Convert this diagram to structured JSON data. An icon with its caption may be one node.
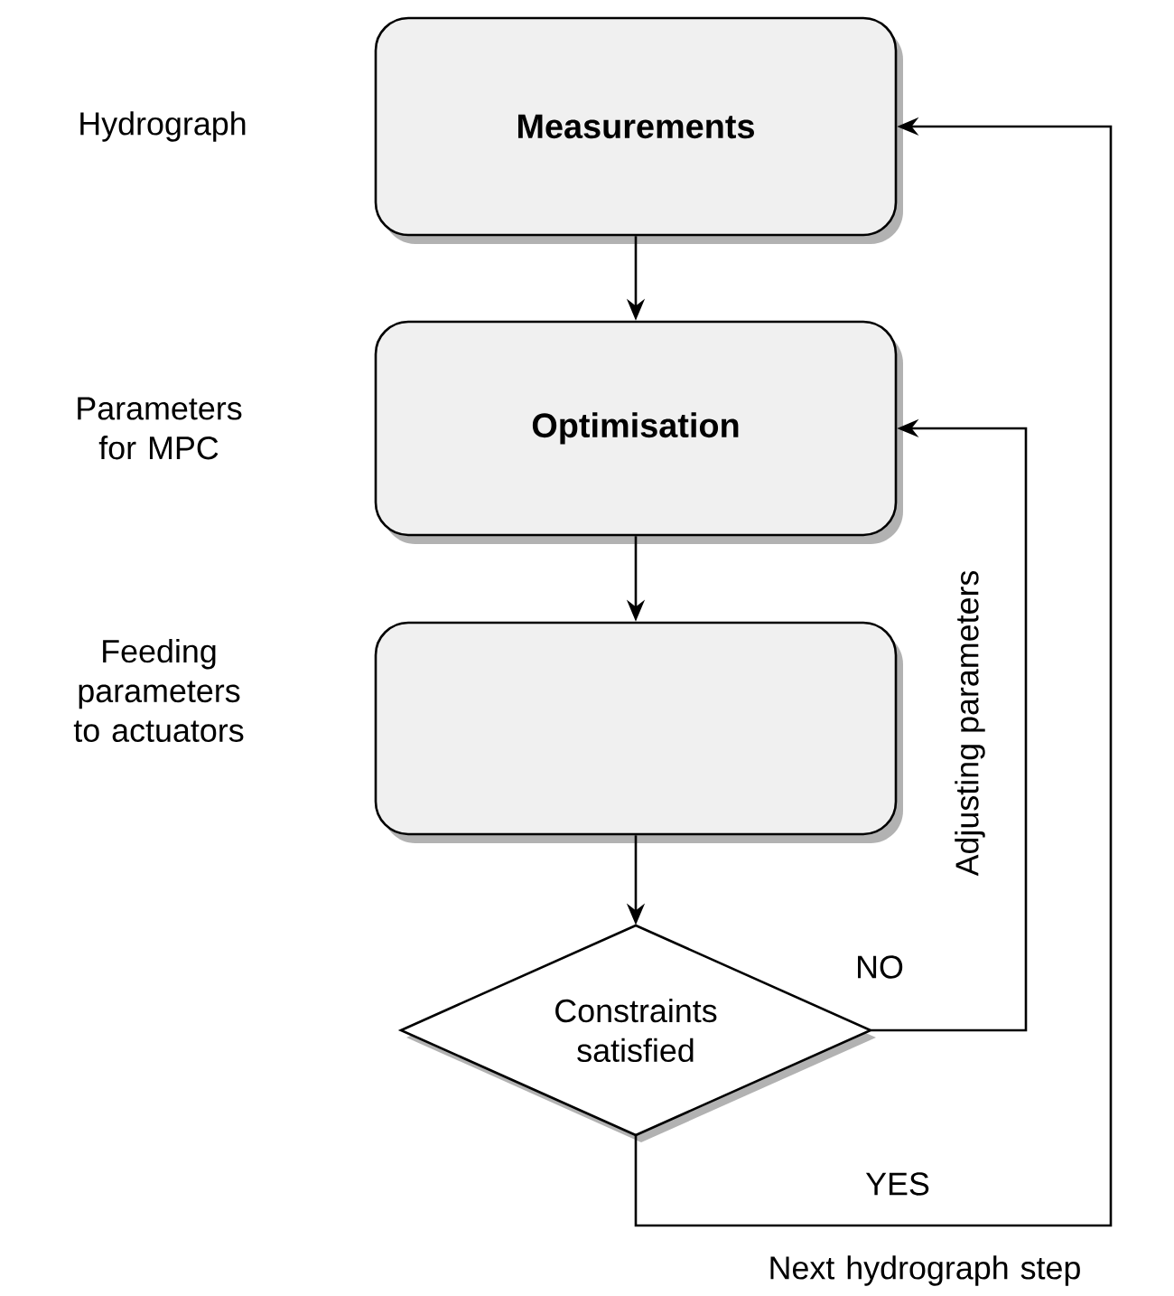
{
  "diagram": {
    "nodes": [
      {
        "text": [
          "Measurements"
        ]
      },
      {
        "text": [
          "Optimisation"
        ]
      },
      {
        "text": [],
        "shape": "box"
      },
      {
        "text": [
          "Constraints satisfied"
        ]
      }
    ],
    "edges": [
      {
        "from": 0,
        "to": 1,
        "arrow": "to"
      },
      {
        "from": 1,
        "to": 2,
        "arrow": "to"
      },
      {
        "from": 2,
        "to": 3,
        "arrow": "to"
      },
      {
        "from": 3,
        "to": 1,
        "arrow": "to",
        "label": "Adjusting parameters"
      },
      {
        "from": 3,
        "to": 0,
        "arrow": "to",
        "label": "YES"
      }
    ],
    "labels": [
      "Hydrograph",
      "Parameters for MPC",
      "Feeding parameters to actuators",
      "NO",
      "Next hydrograph step"
    ]
  }
}
